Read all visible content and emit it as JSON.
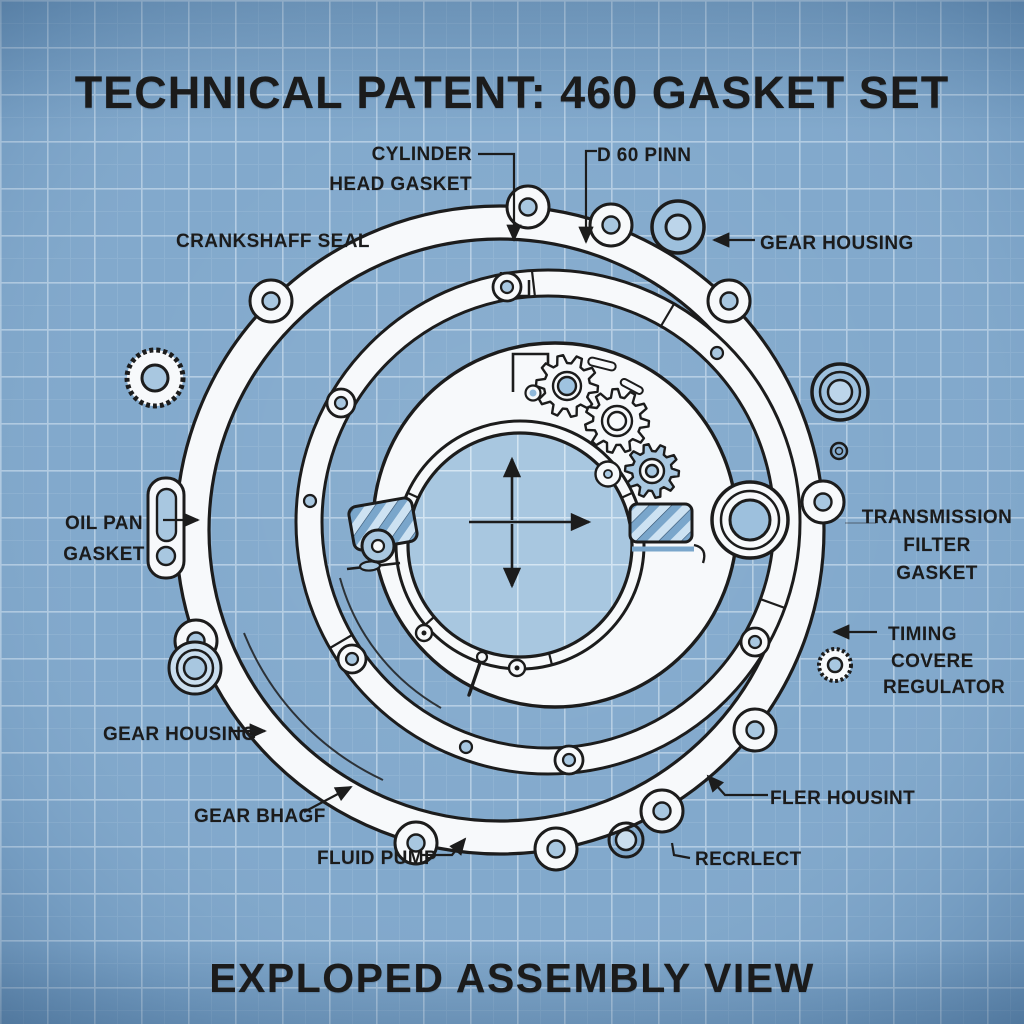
{
  "page": {
    "title": "TECHNICAL PATENT: 460 GASKET SET",
    "footer": "EXPLOPED ASSEMBLY VIEW"
  },
  "labels": {
    "cylinder_head_gasket": {
      "lines": [
        "CYLINDER",
        "HEAD GASKET"
      ]
    },
    "d60_pinn": {
      "lines": [
        "D 60 PINN"
      ]
    },
    "crankshaff_seal": {
      "lines": [
        "CRANKSHAFF SEAL"
      ]
    },
    "gear_housing_top": {
      "lines": [
        "GEAR HOUSING"
      ]
    },
    "oil_pan_gasket": {
      "lines": [
        "OIL PAN",
        "GASKET"
      ]
    },
    "transmission_filter_gasket": {
      "lines": [
        "TRANSMISSION",
        "FILTER",
        "GASKET"
      ]
    },
    "timing_cover_regulator": {
      "lines": [
        "TIMING",
        "COVERE",
        "REGULATOR"
      ]
    },
    "gear_housing_bottom": {
      "lines": [
        "GEAR HOUSING"
      ]
    },
    "gear_bhagf": {
      "lines": [
        "GEAR BHAGF"
      ]
    },
    "fluid_pump": {
      "lines": [
        "FLUID PUMP"
      ]
    },
    "fler_housint": {
      "lines": [
        "FLER HOUSINT"
      ]
    },
    "recrlect": {
      "lines": [
        "RECRLECT"
      ]
    }
  },
  "colors": {
    "ink": "#1b1b1b",
    "blueprint_bg": "#7fa7cb",
    "blueprint_light": "#a8c7e0",
    "gasket_white": "#f7f9fb",
    "outline_black": "#1c1c1c"
  }
}
